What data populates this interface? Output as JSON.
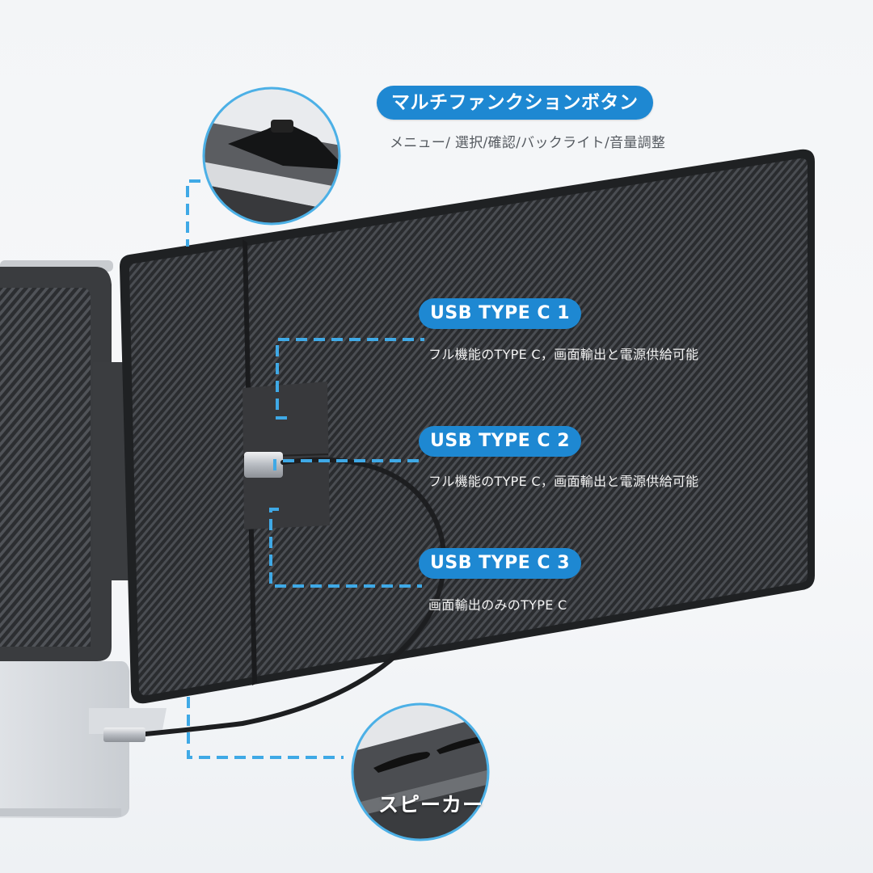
{
  "product": {
    "description": "Portable laptop screen extender with carbon-fiber texture back panel, cable connected to laptop",
    "colors": {
      "accent_blue": "#1e88d2",
      "dash_blue": "#3fa9e6",
      "panel_dark": "#2b2d30",
      "background": "#f4f6f8"
    }
  },
  "callouts": {
    "multifunction": {
      "title": "マルチファンクションボタン",
      "description": "メニュー/ 選択/確認/バックライト/音量調整"
    },
    "usb1": {
      "title": "USB TYPE C 1",
      "description": "フル機能のTYPE C，画面輸出と電源供給可能"
    },
    "usb2": {
      "title": "USB TYPE C 2",
      "description": "フル機能のTYPE C，画面輸出と電源供給可能"
    },
    "usb3": {
      "title": "USB TYPE C 3",
      "description": "画面輸出のみのTYPE C"
    },
    "speaker": {
      "title": "スピーカー"
    }
  }
}
